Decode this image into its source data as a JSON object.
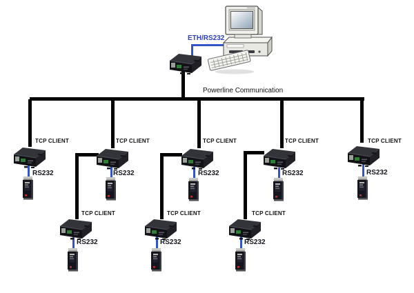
{
  "diagram": {
    "pc_link_label": "ETH/RS232",
    "bus_label": "Powerline Communication",
    "top_clients": [
      {
        "label": "TCP CLIENT",
        "serial": "RS232"
      },
      {
        "label": "TCP CLIENT",
        "serial": "RS232"
      },
      {
        "label": "TCP CLIENT",
        "serial": "RS232"
      },
      {
        "label": "TCP CLIENT",
        "serial": "RS232"
      },
      {
        "label": "TCP CLIENT",
        "serial": "RS232"
      }
    ],
    "lower_clients": [
      {
        "label": "TCP CLIENT",
        "serial": "RS232"
      },
      {
        "label": "TCP CLIENT",
        "serial": "RS232"
      },
      {
        "label": "TCP CLIENT",
        "serial": "RS232"
      }
    ],
    "icons": {
      "computer": "desktop-computer-icon",
      "gateway": "plc-gateway-device-icon",
      "client": "serial-server-device-icon",
      "meter": "rs232-meter-device-icon"
    },
    "colors": {
      "bus_line": "#000000",
      "serial_line": "#3353c9",
      "link_label_blue": "#2b3fbf",
      "text": "#1a1a1a",
      "background": "#ffffff"
    }
  }
}
